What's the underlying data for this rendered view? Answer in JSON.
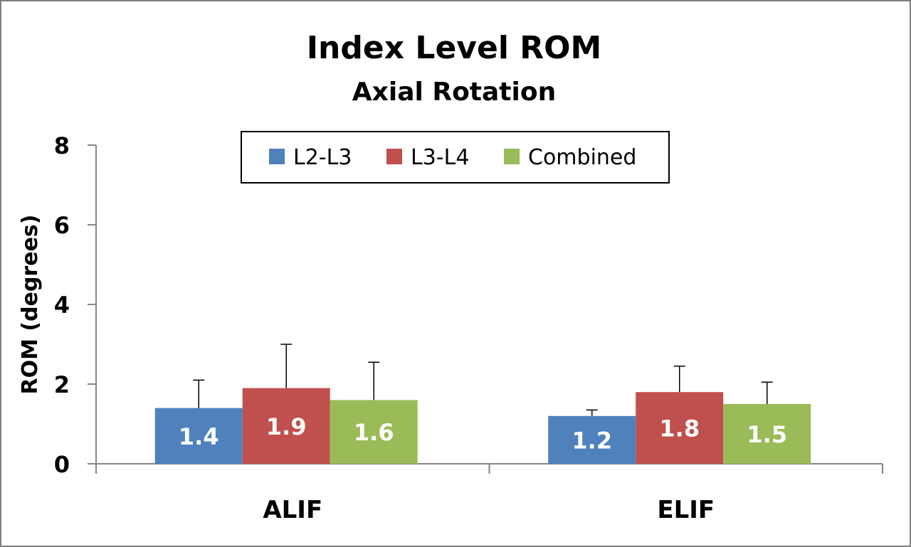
{
  "chart_data": {
    "type": "bar",
    "title": "Index Level ROM",
    "subtitle": "Axial Rotation",
    "ylabel": "ROM (degrees)",
    "xlabel": "",
    "categories": [
      "ALIF",
      "ELIF"
    ],
    "ylim": [
      0,
      8
    ],
    "yticks": [
      0,
      2,
      4,
      6,
      8
    ],
    "grid": false,
    "legend_position": "top",
    "series": [
      {
        "name": "L2-L3",
        "color": "#4f81bd",
        "values": [
          1.4,
          1.2
        ],
        "labels": [
          "1.4",
          "1.2"
        ],
        "error": [
          0.7,
          0.15
        ]
      },
      {
        "name": "L3-L4",
        "color": "#c0504d",
        "values": [
          1.9,
          1.8
        ],
        "labels": [
          "1.9",
          "1.8"
        ],
        "error": [
          1.1,
          0.65
        ]
      },
      {
        "name": "Combined",
        "color": "#9bbb59",
        "values": [
          1.6,
          1.5
        ],
        "labels": [
          "1.6",
          "1.5"
        ],
        "error": [
          0.95,
          0.55
        ]
      }
    ]
  }
}
